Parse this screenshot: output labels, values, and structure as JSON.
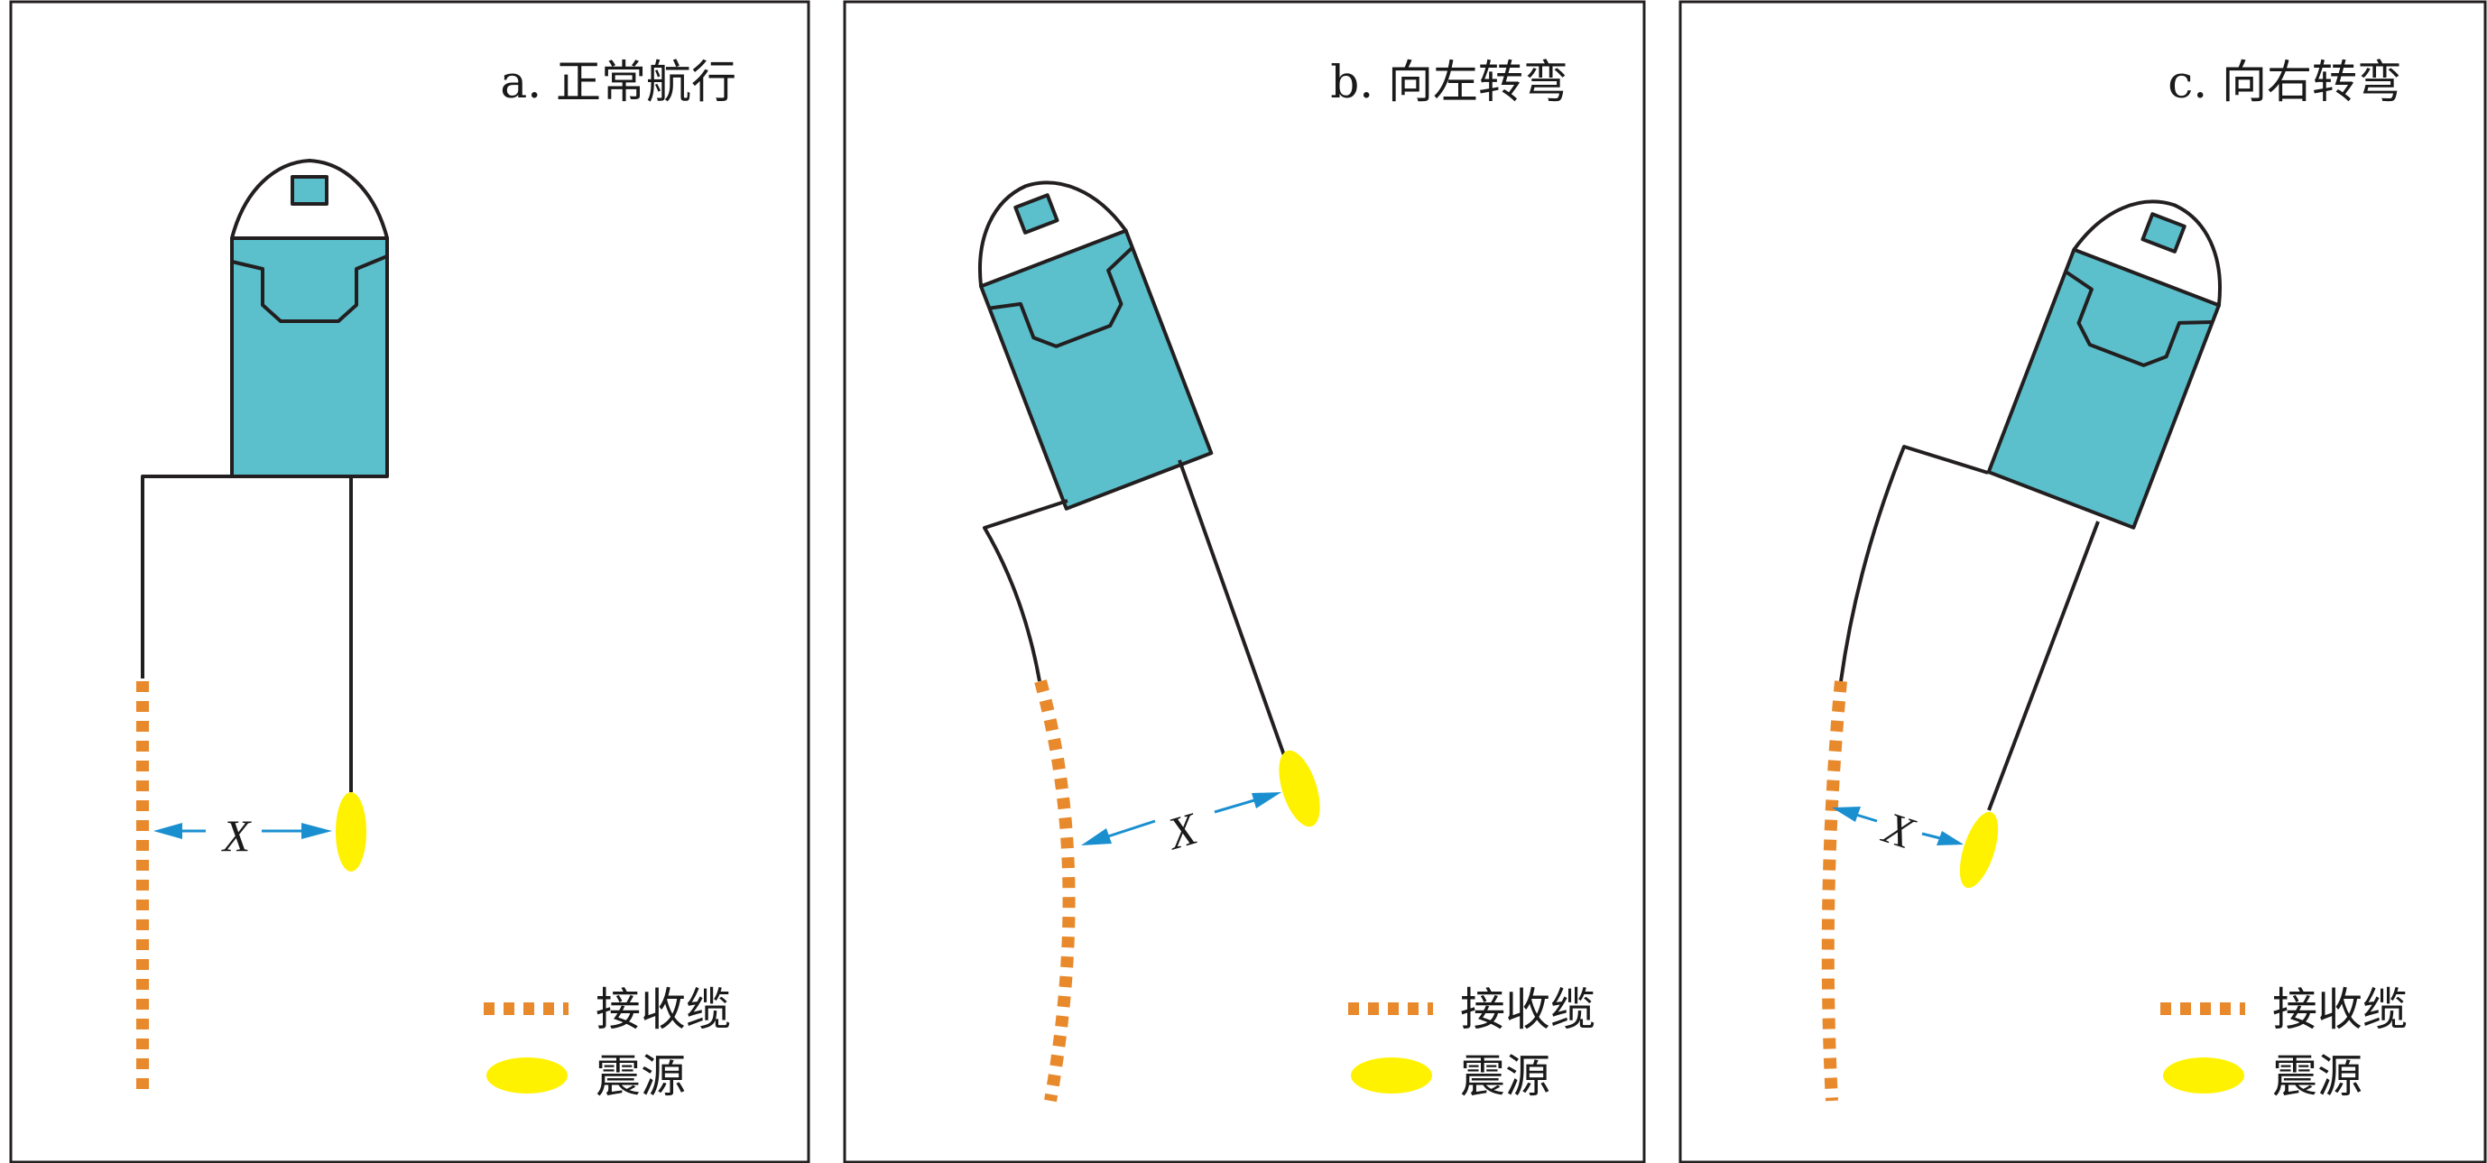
{
  "panels": [
    {
      "title": "a. 正常航行"
    },
    {
      "title": "b. 向左转弯"
    },
    {
      "title": "c. 向右转弯"
    }
  ],
  "labels": {
    "offset": "X"
  },
  "legend": {
    "cable": "接收缆",
    "source": "震源"
  },
  "colors": {
    "ship": "#5bc0cc",
    "cable": "#e8892c",
    "source": "#fff200",
    "arrow": "#1a8fd0",
    "outline": "#231f20"
  },
  "icons": {
    "ship": "vessel-icon",
    "cable": "dashed-cable-icon",
    "source": "yellow-ellipse-icon"
  }
}
